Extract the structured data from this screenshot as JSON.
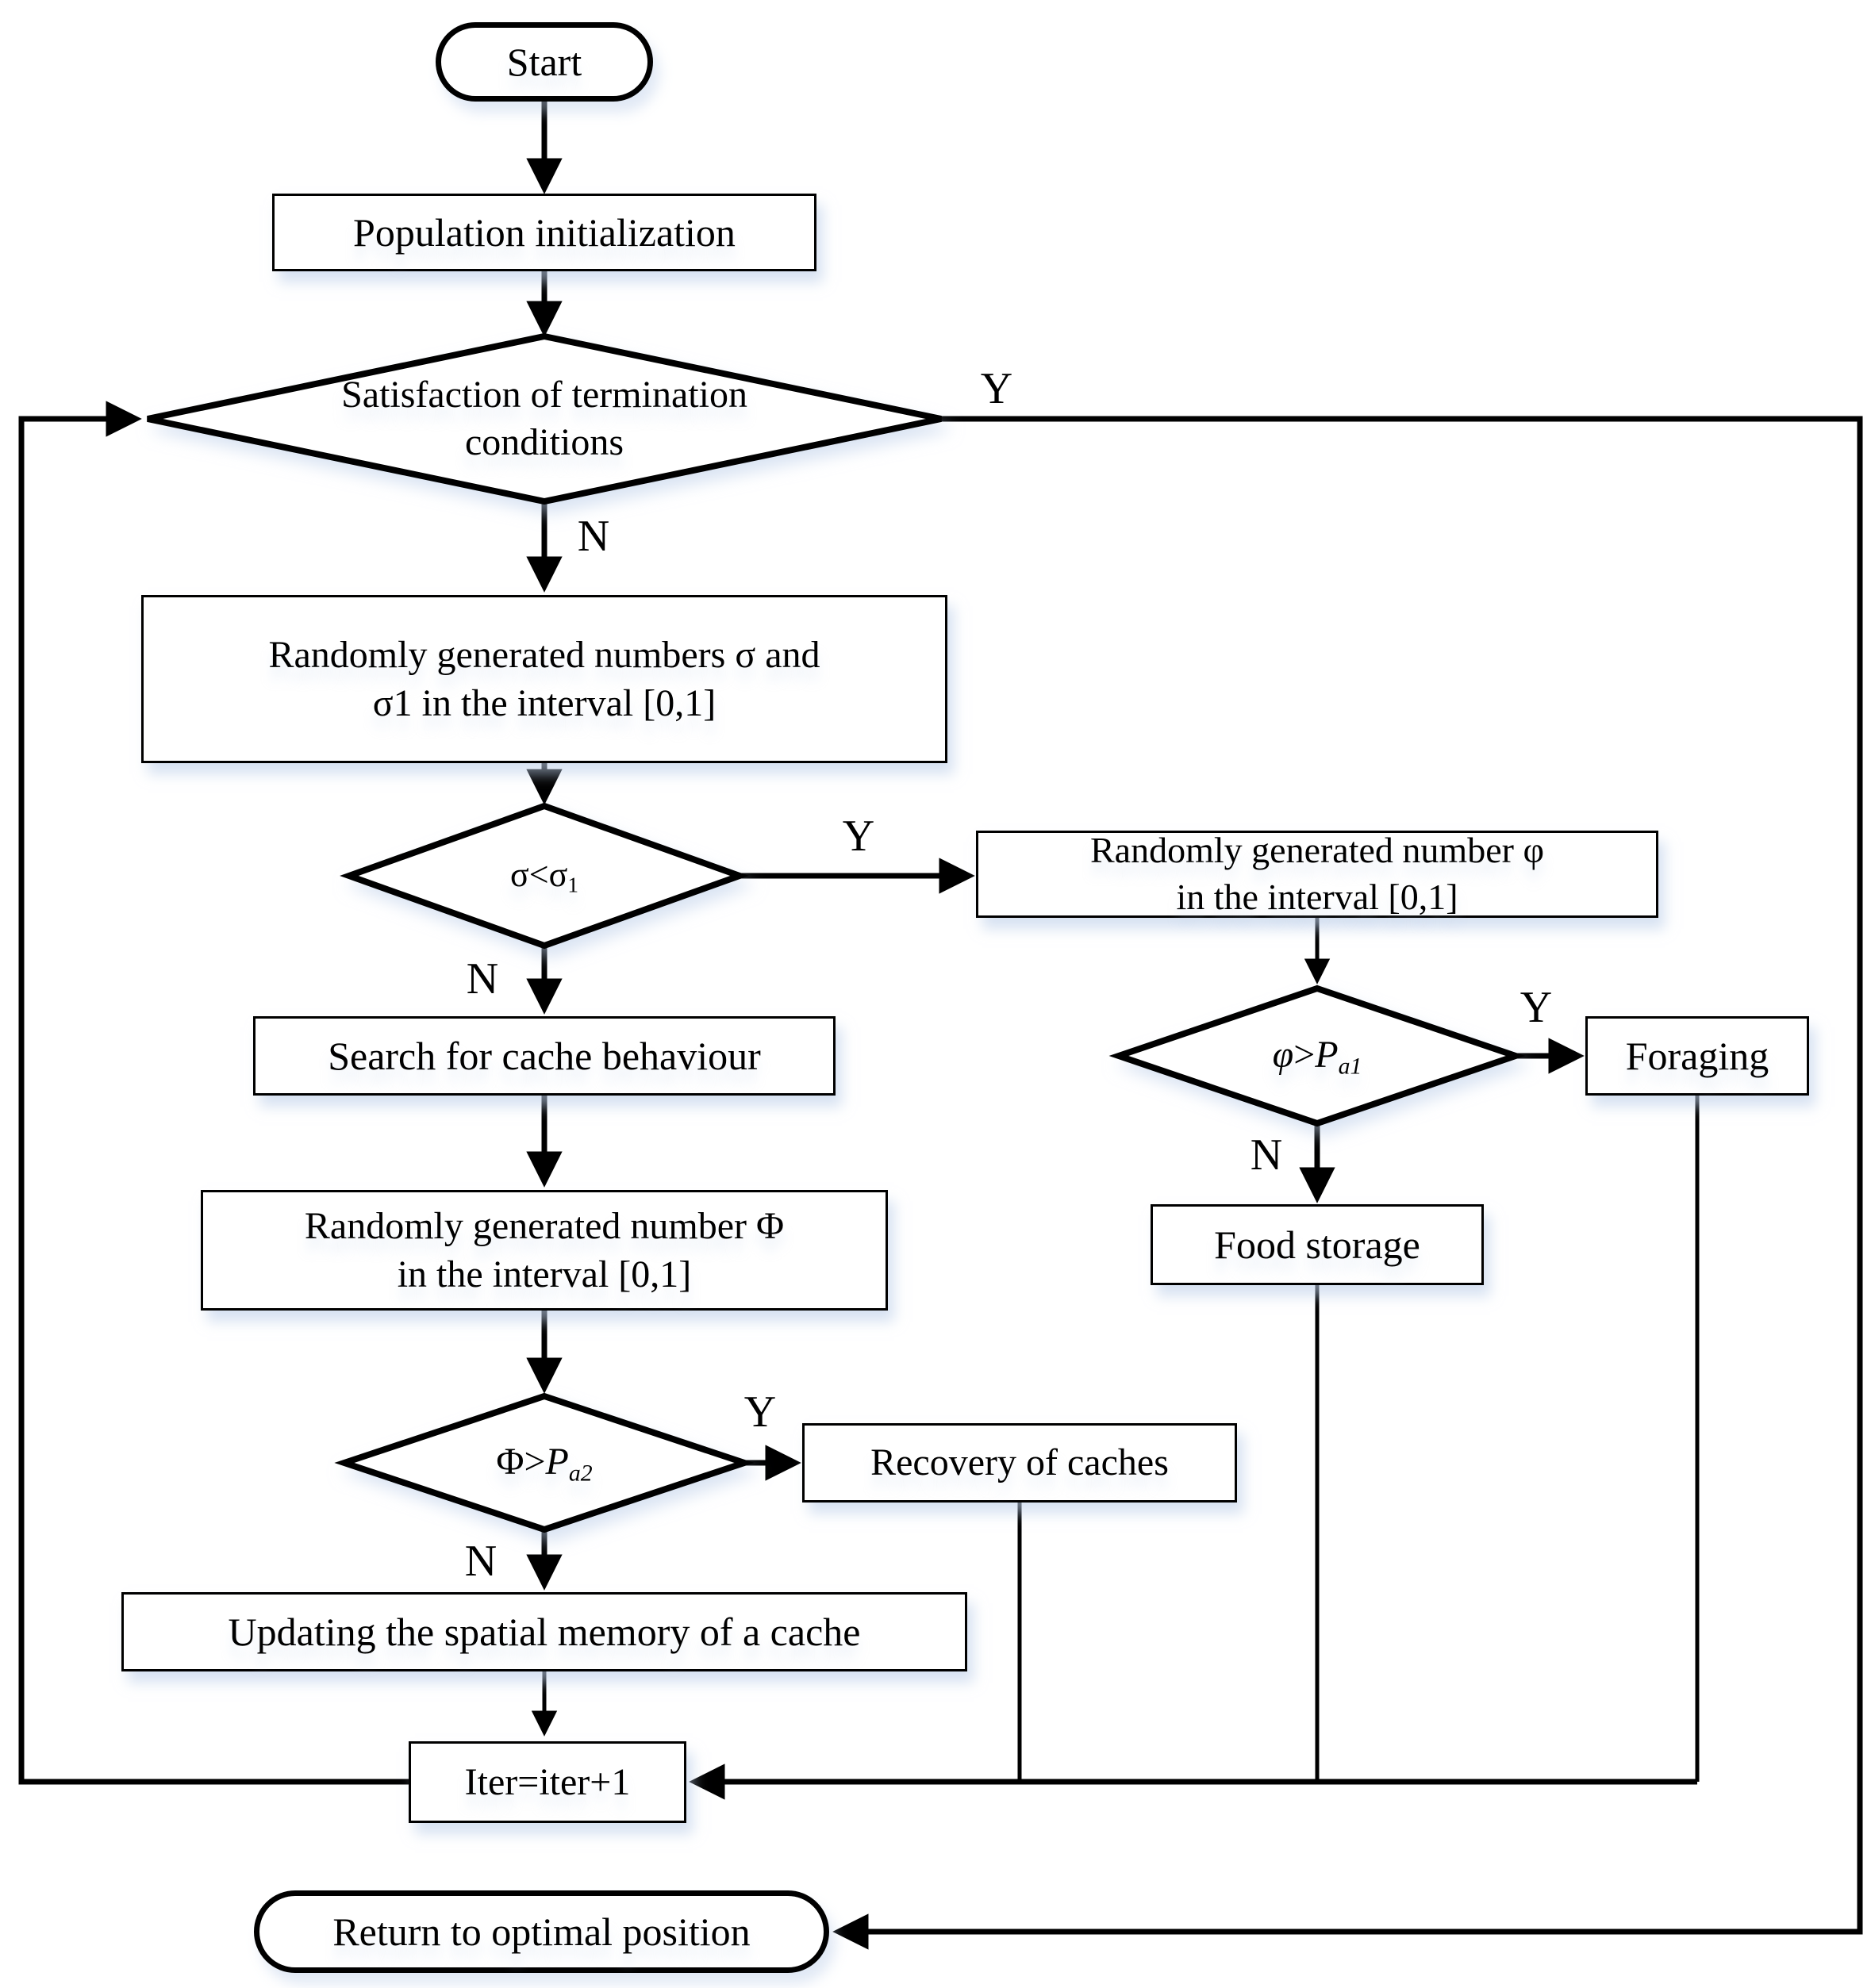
{
  "figure": {
    "type": "flowchart",
    "background": "#ffffff",
    "line_color": "#000000",
    "node_fill": "#ffffff",
    "glow_color": "#dbe5f3"
  },
  "nodes": {
    "start": {
      "label": "Start"
    },
    "population": {
      "label": "Population initialization"
    },
    "termination": {
      "line1": "Satisfaction of termination",
      "line2": "conditions"
    },
    "rand_sigma": {
      "line1": "Randomly generated numbers σ and",
      "line2": "σ1 in the interval [0,1]"
    },
    "sigma_check": {
      "var": "σ",
      "op": "<",
      "p": "σ",
      "sub": "1"
    },
    "rand_phi": {
      "line1": "Randomly generated number φ",
      "line2": "in the interval [0,1]"
    },
    "phi_check": {
      "var": "φ",
      "op": ">",
      "p": "P",
      "sub": "a1"
    },
    "foraging": {
      "label": "Foraging"
    },
    "food_storage": {
      "label": "Food storage"
    },
    "search_cache": {
      "label": "Search for cache behaviour"
    },
    "rand_Phi": {
      "line1": "Randomly generated number Φ",
      "line2": "in the interval [0,1]"
    },
    "Phi_check": {
      "var": "Φ",
      "op": ">",
      "p": "P",
      "sub": "a2"
    },
    "recovery": {
      "label": "Recovery of caches"
    },
    "updating": {
      "label": "Updating the spatial memory of a cache"
    },
    "iter": {
      "label": "Iter=iter+1"
    },
    "return": {
      "label": "Return to optimal position"
    }
  },
  "edge_labels": {
    "termination_yes": "Y",
    "termination_no": "N",
    "sigma_yes": "Y",
    "sigma_no": "N",
    "phi_yes": "Y",
    "phi_no": "N",
    "Phi_yes": "Y",
    "Phi_no": "N"
  }
}
